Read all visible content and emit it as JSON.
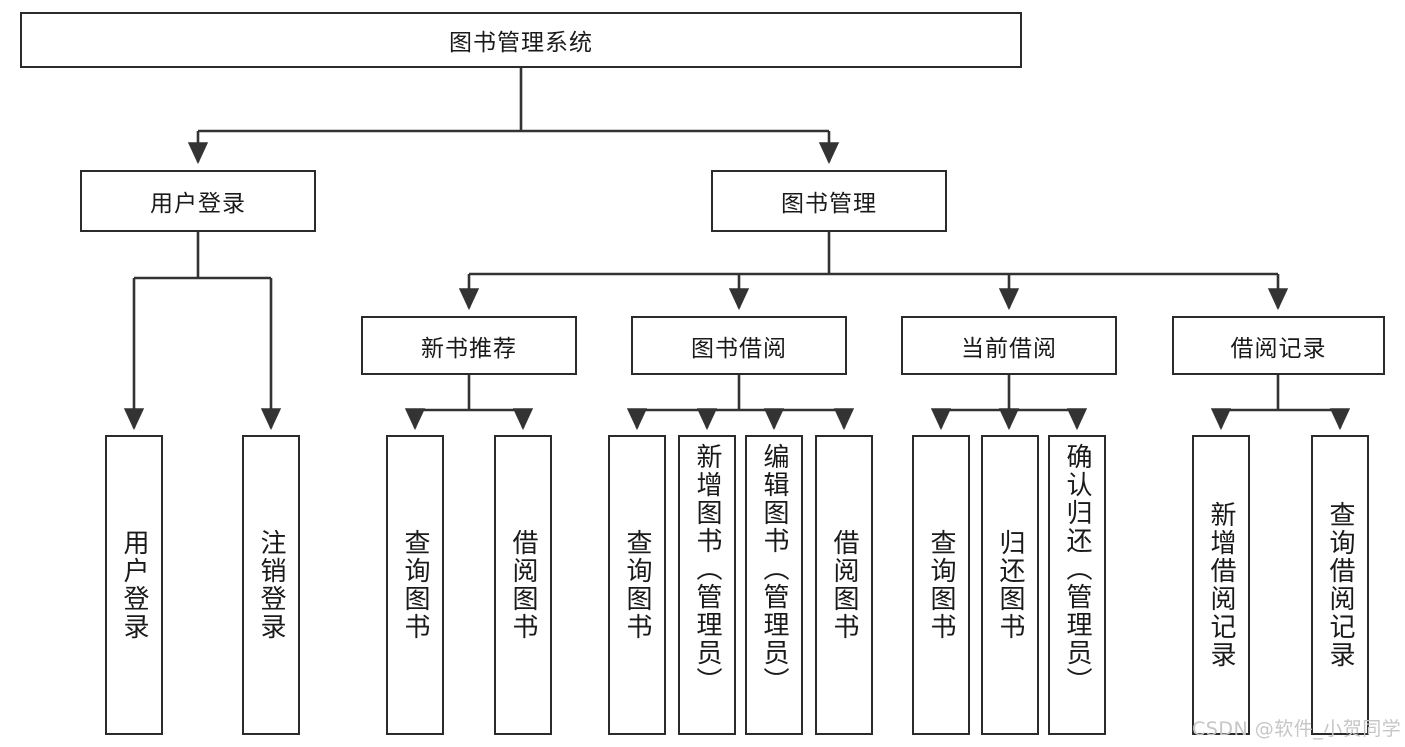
{
  "diagram": {
    "type": "tree-hierarchy",
    "title": "图书管理系统",
    "root": {
      "id": "root",
      "label": "图书管理系统",
      "orientation": "horizontal"
    },
    "level2": [
      {
        "id": "user-login",
        "label": "用户登录",
        "orientation": "horizontal"
      },
      {
        "id": "book-manage",
        "label": "图书管理",
        "orientation": "horizontal"
      }
    ],
    "level3": [
      {
        "id": "new-book-recommend",
        "label": "新书推荐",
        "orientation": "horizontal",
        "parent": "book-manage"
      },
      {
        "id": "book-borrow",
        "label": "图书借阅",
        "orientation": "horizontal",
        "parent": "book-manage"
      },
      {
        "id": "current-borrow",
        "label": "当前借阅",
        "orientation": "horizontal",
        "parent": "book-manage"
      },
      {
        "id": "borrow-record",
        "label": "借阅记录",
        "orientation": "horizontal",
        "parent": "book-manage"
      }
    ],
    "leaves": [
      {
        "id": "leaf-user-login",
        "label": "用户登录",
        "parent": "user-login",
        "orientation": "vertical"
      },
      {
        "id": "leaf-user-logout",
        "label": "注销登录",
        "parent": "user-login",
        "orientation": "vertical"
      },
      {
        "id": "leaf-query-book-1",
        "label": "查询图书",
        "parent": "new-book-recommend",
        "orientation": "vertical"
      },
      {
        "id": "leaf-borrow-book-1",
        "label": "借阅图书",
        "parent": "new-book-recommend",
        "orientation": "vertical"
      },
      {
        "id": "leaf-query-book-2",
        "label": "查询图书",
        "parent": "book-borrow",
        "orientation": "vertical"
      },
      {
        "id": "leaf-add-book",
        "label": "新增图书（管理员）",
        "parent": "book-borrow",
        "orientation": "vertical"
      },
      {
        "id": "leaf-edit-book",
        "label": "编辑图书（管理员）",
        "parent": "book-borrow",
        "orientation": "vertical"
      },
      {
        "id": "leaf-borrow-book-2",
        "label": "借阅图书",
        "parent": "book-borrow",
        "orientation": "vertical"
      },
      {
        "id": "leaf-query-book-3",
        "label": "查询图书",
        "parent": "current-borrow",
        "orientation": "vertical"
      },
      {
        "id": "leaf-return-book",
        "label": "归还图书",
        "parent": "current-borrow",
        "orientation": "vertical"
      },
      {
        "id": "leaf-confirm-return",
        "label": "确认归还（管理员）",
        "parent": "current-borrow",
        "orientation": "vertical"
      },
      {
        "id": "leaf-add-record",
        "label": "新增借阅记录",
        "parent": "borrow-record",
        "orientation": "vertical"
      },
      {
        "id": "leaf-query-record",
        "label": "查询借阅记录",
        "parent": "borrow-record",
        "orientation": "vertical"
      }
    ],
    "colors": {
      "box_border": "#2b2b2b",
      "box_fill": "#ffffff",
      "edge": "#333333",
      "text": "#1a1a1a",
      "watermark": "#c6c6c6",
      "background": "#ffffff"
    }
  },
  "watermark": {
    "text": "CSDN @软件_小贺同学"
  }
}
